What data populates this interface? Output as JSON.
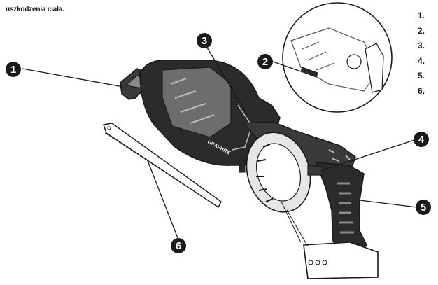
{
  "warning_text": "uszkodzenia ciała.",
  "legend": [
    "1.",
    "2.",
    "3.",
    "4.",
    "5.",
    "6."
  ],
  "markers": [
    "1",
    "2",
    "3",
    "4",
    "5",
    "6"
  ],
  "brand_logo": "GRAPHITE",
  "colors": {
    "ink": "#1a1a1a",
    "tool_dark": "#2b2b2b",
    "tool_mid": "#6d6d6d",
    "tool_light": "#bdbdbd"
  }
}
